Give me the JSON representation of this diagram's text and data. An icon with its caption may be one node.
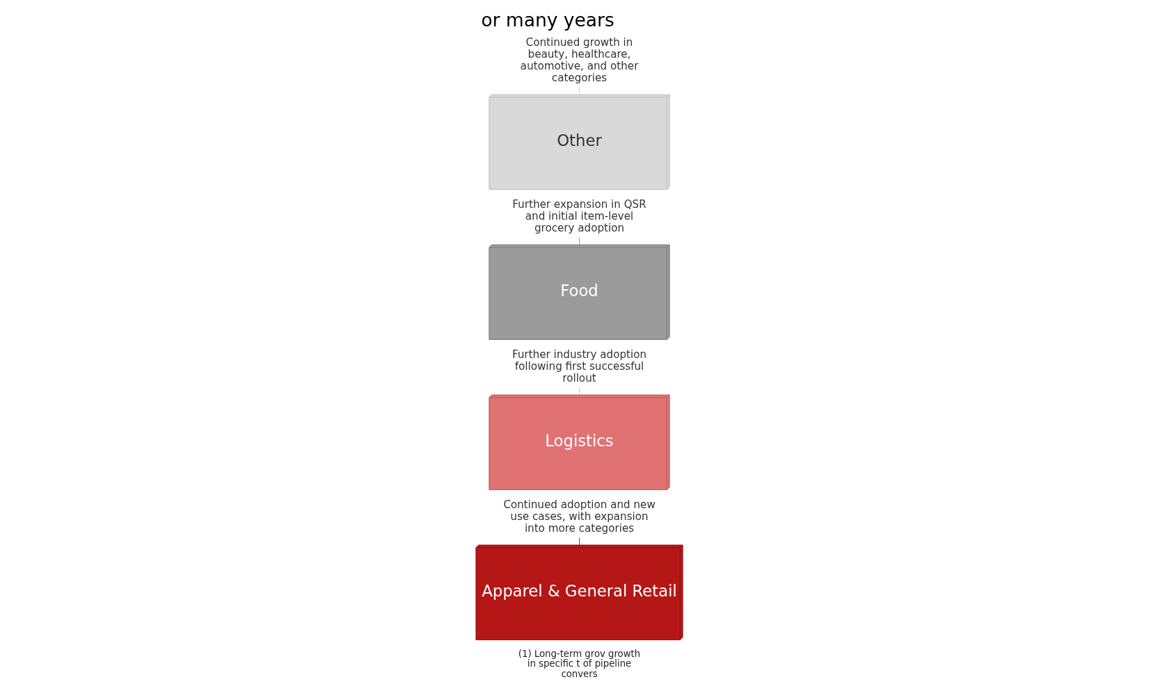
{
  "diagram": {
    "title": "or many years",
    "nodes": [
      {
        "text": [
          "Continued adoption and new use cases, with expansion into more categories"
        ]
      },
      {
        "text": [
          "Apparel & General Retail"
        ]
      },
      {
        "text": [
          "Further industry adoption following first successful rollout"
        ]
      },
      {
        "text": [
          "Logistics"
        ]
      },
      {
        "text": [
          "Further expansion in QSR and initial item-level grocery adoption"
        ]
      },
      {
        "text": [
          "Food"
        ]
      },
      {
        "text": [
          "Continued growth in beauty, healthcare, automotive, and other categories"
        ]
      },
      {
        "text": [
          "Other"
        ]
      }
    ],
    "edges": [
      {
        "from": 0,
        "to": 1,
        "arrow": "none",
        "color": "#b51717"
      },
      {
        "from": 2,
        "to": 3,
        "arrow": "none",
        "color": "#f2b8b9"
      },
      {
        "from": 4,
        "to": 5,
        "arrow": "none",
        "color": "#8a8a8a"
      },
      {
        "from": 6,
        "to": 7,
        "arrow": "none",
        "color": "#cccccc"
      }
    ],
    "labels": [
      "(1) Long-term grov growth in specific t of pipeline convers"
    ]
  }
}
